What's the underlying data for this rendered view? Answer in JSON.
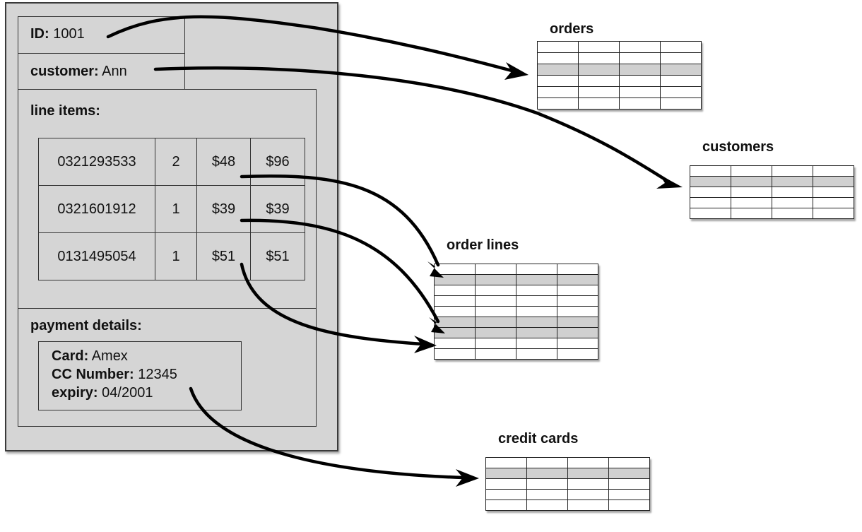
{
  "aggregate": {
    "id": {
      "label": "ID:",
      "value": "1001"
    },
    "customer": {
      "label": "customer:",
      "value": "Ann"
    },
    "line_items": {
      "title": "line items:",
      "rows": [
        {
          "isbn": "0321293533",
          "qty": "2",
          "price": "$48",
          "total": "$96"
        },
        {
          "isbn": "0321601912",
          "qty": "1",
          "price": "$39",
          "total": "$39"
        },
        {
          "isbn": "0131495054",
          "qty": "1",
          "price": "$51",
          "total": "$51"
        }
      ]
    },
    "payment": {
      "title": "payment details:",
      "card": {
        "label": "Card:",
        "value": "Amex"
      },
      "cc_number": {
        "label": "CC Number:",
        "value": "12345"
      },
      "expiry": {
        "label": "expiry:",
        "value": "04/2001"
      }
    }
  },
  "tables": {
    "orders": {
      "label": "orders",
      "rows": 6,
      "cols": 4,
      "highlighted": [
        2
      ]
    },
    "customers": {
      "label": "customers",
      "rows": 5,
      "cols": 4,
      "highlighted": [
        1
      ]
    },
    "order_lines": {
      "label": "order lines",
      "rows": 9,
      "cols": 4,
      "highlighted": [
        1,
        5,
        6
      ]
    },
    "credit_cards": {
      "label": "credit cards",
      "rows": 5,
      "cols": 4,
      "highlighted": [
        1
      ]
    }
  }
}
